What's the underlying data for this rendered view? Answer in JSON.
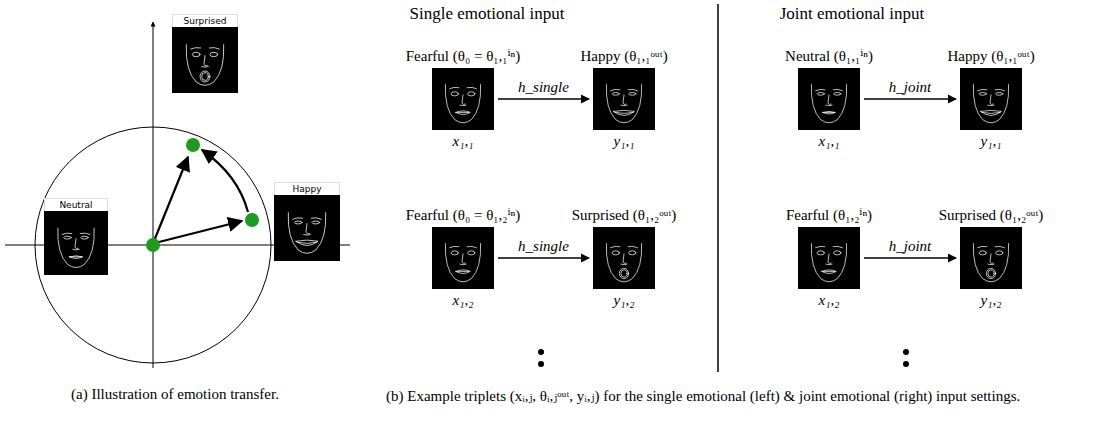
{
  "diagram": {
    "nodes": [
      {
        "text": [
          "Surprised"
        ]
      },
      {
        "text": [
          "Neutral"
        ]
      },
      {
        "text": [
          "Happy"
        ]
      },
      {
        "text": [
          "Fearful (θ₀ = θ₁,₁ⁱⁿ)",
          "x₁,₁"
        ]
      },
      {
        "text": [
          "Happy (θ₁,₁ᵒᵘᵗ)",
          "y₁,₁"
        ]
      },
      {
        "text": [
          "Fearful (θ₀ = θ₁,₂ⁱⁿ)",
          "x₁,₂"
        ]
      },
      {
        "text": [
          "Surprised (θ₁,₂ᵒᵘᵗ)",
          "y₁,₂"
        ]
      },
      {
        "text": [
          "Neutral (θ₁,₁ⁱⁿ)",
          "x₁,₁"
        ]
      },
      {
        "text": [
          "Happy (θ₁,₁ᵒᵘᵗ)",
          "y₁,₁"
        ]
      },
      {
        "text": [
          "Fearful (θ₁,₂ⁱⁿ)",
          "x₁,₂"
        ]
      },
      {
        "text": [
          "Surprised (θ₁,₂ᵒᵘᵗ)",
          "y₁,₂"
        ]
      }
    ],
    "edges": [
      {
        "from": 3,
        "to": 4,
        "label": "h_single",
        "arrow": "to"
      },
      {
        "from": 5,
        "to": 6,
        "label": "h_single",
        "arrow": "to"
      },
      {
        "from": 7,
        "to": 8,
        "label": "h_joint",
        "arrow": "to"
      },
      {
        "from": 9,
        "to": 10,
        "label": "h_joint",
        "arrow": "to"
      }
    ],
    "labels": [
      "Single emotional input",
      "Joint emotional input",
      "(a) Illustration of emotion transfer.",
      "(b) Example triplets (xᵢ,ⱼ, θᵢ,ⱼᵒᵘᵗ, yᵢ,ⱼ) for the single emotional (left) & joint emotional (right) input settings."
    ]
  }
}
